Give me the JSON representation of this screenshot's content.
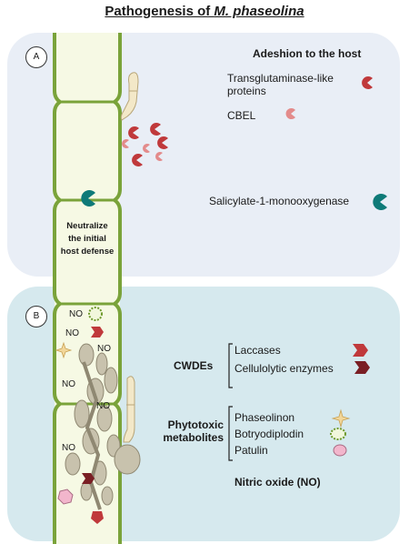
{
  "title_prefix": "Pathogenesis of ",
  "title_species": "M. phaseolina",
  "panel_a": {
    "label": "A",
    "heading": "Adeshion to the host",
    "item1_line1": "Transglutaminase-like",
    "item1_line2": "proteins",
    "item2": "CBEL",
    "item3": "Salicylate-1-monooxygenase",
    "cell_text_line1": "Neutralize",
    "cell_text_line2": "the initial",
    "cell_text_line3": "host defense"
  },
  "panel_b": {
    "label": "B",
    "no_label": "NO",
    "cwdes_label": "CWDEs",
    "cwdes_items": [
      "Laccases",
      "Cellulolytic enzymes"
    ],
    "phytotoxic_label_line1": "Phytotoxic",
    "phytotoxic_label_line2": "metabolites",
    "phytotoxic_items": [
      "Phaseolinon",
      "Botryodiplodin",
      "Patulin"
    ],
    "nitric_oxide": "Nitric oxide (NO)"
  },
  "colors": {
    "cell_wall": "#7aa33a",
    "cell_fill": "#f6f9e4",
    "panel_a_bg": "#e9eef6",
    "panel_b_bg": "#d6e9ee",
    "protein_red": "#c0393b",
    "protein_pink": "#e38b8b",
    "teal": "#0e7a78",
    "laccase": "#c0393b",
    "cellulolytic": "#7a1f24",
    "phaseolinon": "#f2d79a",
    "botryodiplodin": "#8bb14a",
    "patulin": "#f2b6cc",
    "hyphae": "#c8c2ad"
  }
}
